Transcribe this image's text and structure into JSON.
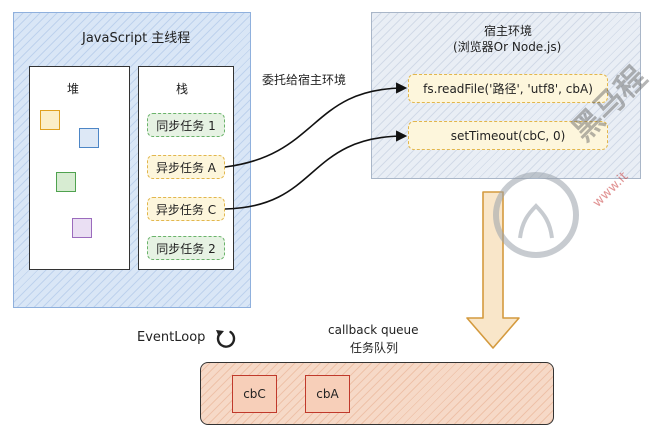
{
  "main_thread": {
    "title": "JavaScript 主线程"
  },
  "heap": {
    "label": "堆"
  },
  "stack": {
    "label": "栈",
    "items": [
      {
        "text": "同步任务 1",
        "kind": "sync"
      },
      {
        "text": "异步任务 A",
        "kind": "async"
      },
      {
        "text": "异步任务 C",
        "kind": "async"
      },
      {
        "text": "同步任务 2",
        "kind": "sync"
      }
    ]
  },
  "delegate_label": "委托给宿主环境",
  "host": {
    "title": "宿主环境",
    "subtitle": "(浏览器Or Node.js)",
    "tasks": [
      {
        "text": "fs.readFile('路径', 'utf8', cbA)"
      },
      {
        "text": "setTimeout(cbC, 0)"
      }
    ]
  },
  "eventloop": {
    "label": "EventLoop"
  },
  "queue": {
    "title": "callback queue",
    "subtitle": "任务队列",
    "items": [
      "cbC",
      "cbA"
    ]
  },
  "watermark": {
    "brand": "黑马程",
    "url": "www.it"
  },
  "colors": {
    "main_thread_bg": "#d9e6f6",
    "host_bg": "#e9eef5",
    "sync_border": "#6ab36a",
    "async_border": "#e2b64c",
    "queue_bg": "#f6d9c7",
    "cb_border": "#c0392b"
  }
}
